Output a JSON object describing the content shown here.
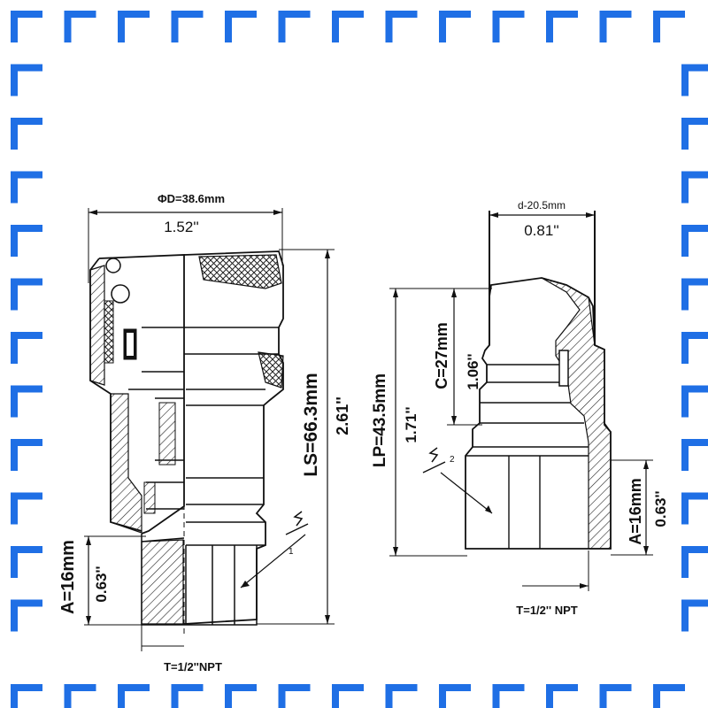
{
  "colors": {
    "border_blue": "#1f6fe5",
    "background": "#ffffff",
    "line": "#111111"
  },
  "coupler": {
    "od_mm": "ΦD=38.6mm",
    "od_in": "1.52''",
    "ls_mm": "LS=66.3mm",
    "ls_in": "2.61''",
    "a_mm": "A=16mm",
    "a_in": "0.63''",
    "thread": "T=1/2''NPT"
  },
  "nipple": {
    "d_mm": "d-20.5mm",
    "d_in": "0.81''",
    "c_mm": "C=27mm",
    "c_in": "1.06''",
    "lp_mm": "LP=43.5mm",
    "lp_in": "1.71''",
    "a_mm": "A=16mm",
    "a_in": "0.63''",
    "thread": "T=1/2'' NPT"
  },
  "callouts": {
    "coupler_callout": "1",
    "nipple_callout": "2"
  }
}
